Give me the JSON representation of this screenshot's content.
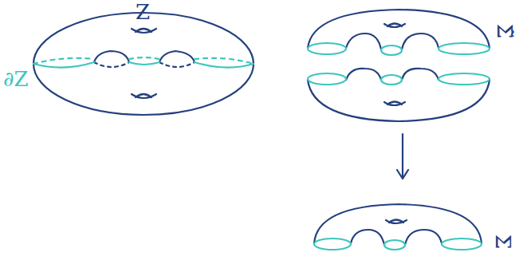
{
  "diagram": {
    "labels": [
      "Z",
      "∂Z",
      "Σ̃",
      "Σ"
    ]
  }
}
